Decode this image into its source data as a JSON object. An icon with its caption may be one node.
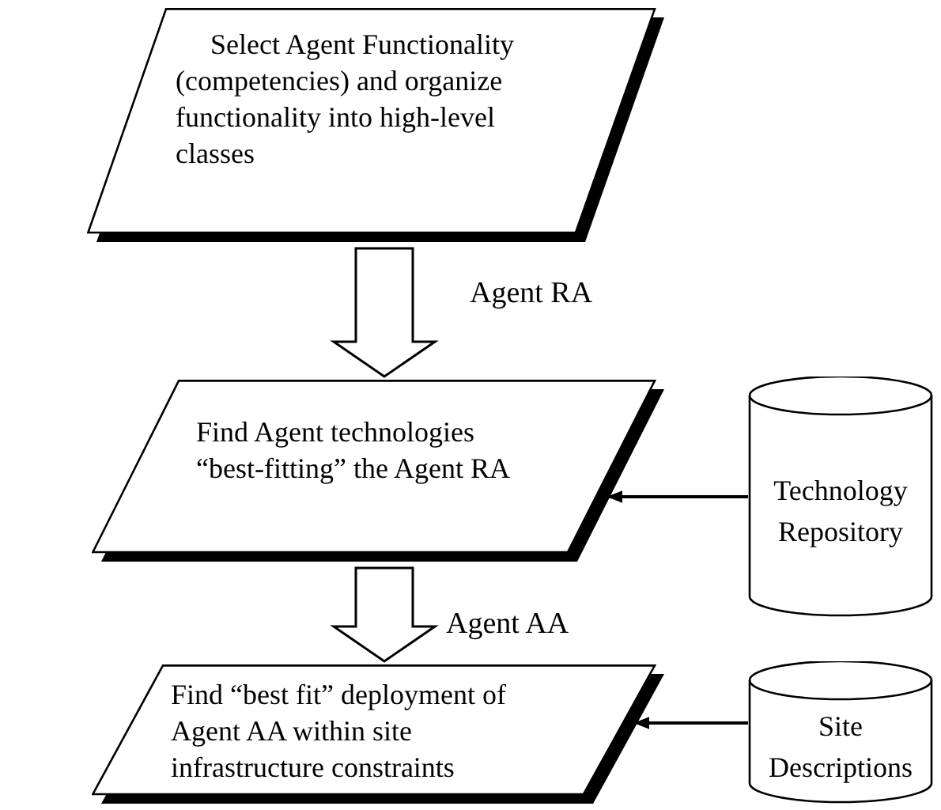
{
  "diagram": {
    "nodes": [
      {
        "text": [
          "Select Agent Functionality (competencies) and organize functionality into high-level classes"
        ]
      },
      {
        "text": [
          "Find Agent technologies “best-fitting” the Agent RA"
        ]
      },
      {
        "text": [
          "Find “best fit” deployment of Agent AA within site infrastructure constraints"
        ]
      },
      {
        "text": [
          "Technology Repository"
        ]
      },
      {
        "text": [
          "Site Descriptions"
        ]
      }
    ],
    "edges": [
      {
        "from": 0,
        "to": 1,
        "arrow": "to",
        "label": "Agent RA",
        "style": "thick"
      },
      {
        "from": 1,
        "to": 2,
        "arrow": "to",
        "label": "Agent AA",
        "style": "thick"
      },
      {
        "from": 3,
        "to": 1,
        "arrow": "to"
      },
      {
        "from": 4,
        "to": 2,
        "arrow": "to"
      }
    ]
  }
}
